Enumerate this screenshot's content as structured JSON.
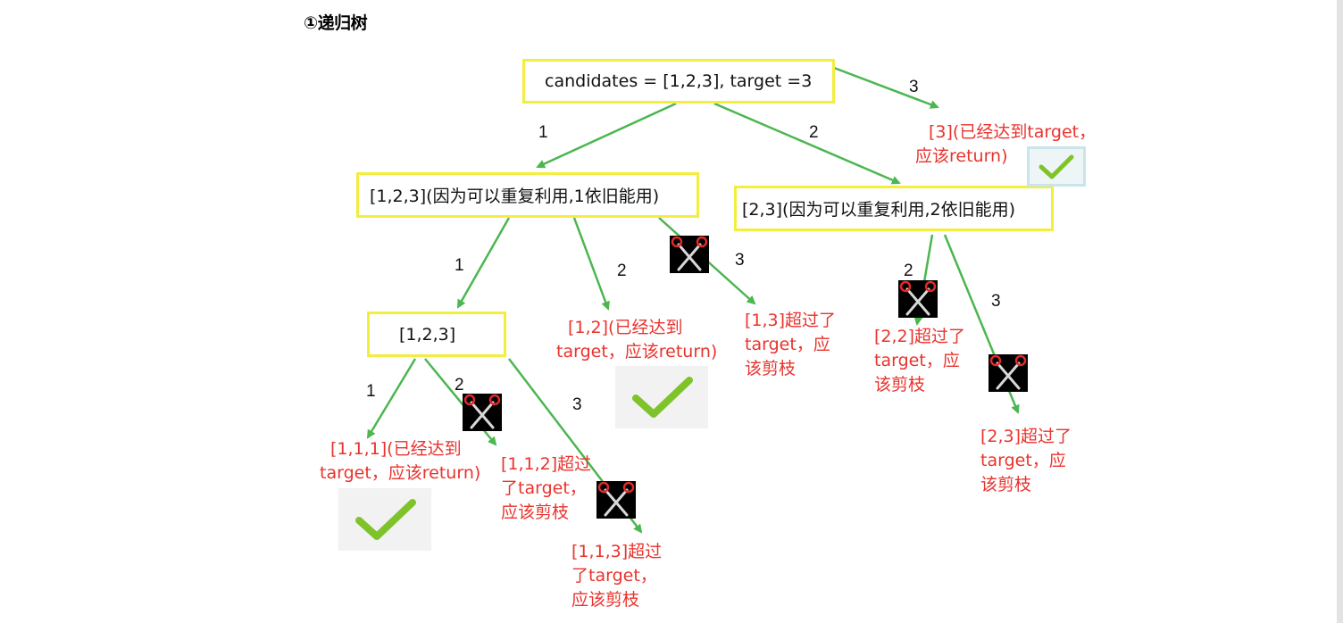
{
  "title": "①递归树",
  "nodes": {
    "root": "candidates = [1,2,3], target =3",
    "n1": "[1,2,3](因为可以重复利用,1依旧能用)",
    "n2": "[2,3](因为可以重复利用,2依旧能用)",
    "n11": "[1,2,3]"
  },
  "edge_labels": {
    "root_1": "1",
    "root_2": "2",
    "root_3": "3",
    "n1_1": "1",
    "n1_2": "2",
    "n1_3": "3",
    "n2_2": "2",
    "n2_3": "3",
    "n11_1": "1",
    "n11_2": "2",
    "n11_3": "3"
  },
  "results": {
    "r3": [
      "[3](已经达到target，",
      "应该return)"
    ],
    "r12": [
      "[1,2](已经达到",
      "target，应该return)"
    ],
    "r13": [
      "[1,3]超过了",
      "target，应",
      "该剪枝"
    ],
    "r22": [
      "[2,2]超过了",
      "target，应",
      "该剪枝"
    ],
    "r23": [
      "[2,3]超过了",
      "target，应",
      "该剪枝"
    ],
    "r111": [
      "[1,1,1](已经达到",
      "target，应该return)"
    ],
    "r112": [
      "[1,1,2]超过",
      "了target，",
      "应该剪枝"
    ],
    "r113": [
      "[1,1,3]超过",
      "了target，",
      "应该剪枝"
    ]
  },
  "icons": {
    "check_mark": "check-icon",
    "prune_mark": "scissors-icon"
  },
  "colors": {
    "node_border": "#f3ee3e",
    "edge": "#4cb651",
    "result_text": "#e9332d",
    "check": "#7fc32a"
  }
}
